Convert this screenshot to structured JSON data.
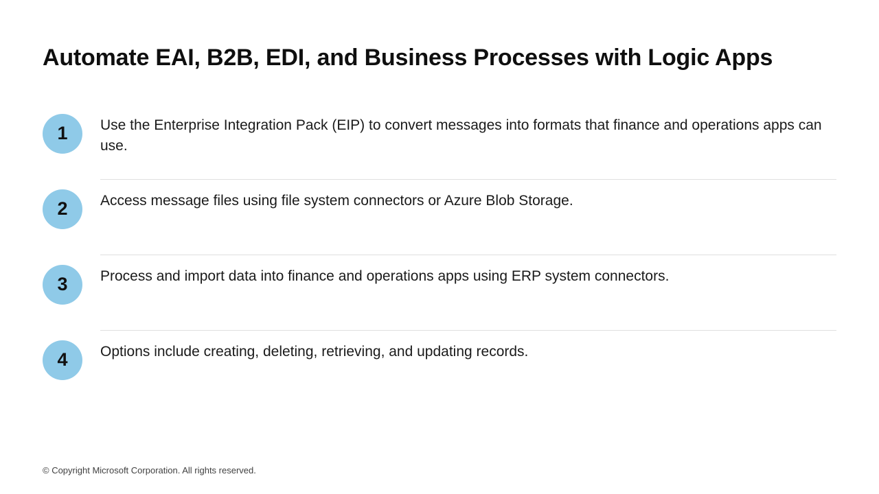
{
  "slide": {
    "title": "Automate EAI, B2B, EDI, and Business Processes with Logic Apps",
    "background_color": "#ffffff",
    "title_color": "#0f0f0f",
    "accent_color": "#8fcae8",
    "divider_color": "#dfdfdf",
    "body_text_color": "#1a1a1a"
  },
  "items": [
    {
      "number": "1",
      "text": "Use the Enterprise Integration Pack (EIP) to convert messages into formats that finance and operations apps can use."
    },
    {
      "number": "2",
      "text": "Access message files using file system connectors or Azure Blob Storage."
    },
    {
      "number": "3",
      "text": "Process and import data into finance and operations apps using ERP system connectors."
    },
    {
      "number": "4",
      "text": "Options include creating, deleting, retrieving, and updating records."
    }
  ],
  "footer": {
    "copyright": "© Copyright Microsoft Corporation. All rights reserved."
  }
}
